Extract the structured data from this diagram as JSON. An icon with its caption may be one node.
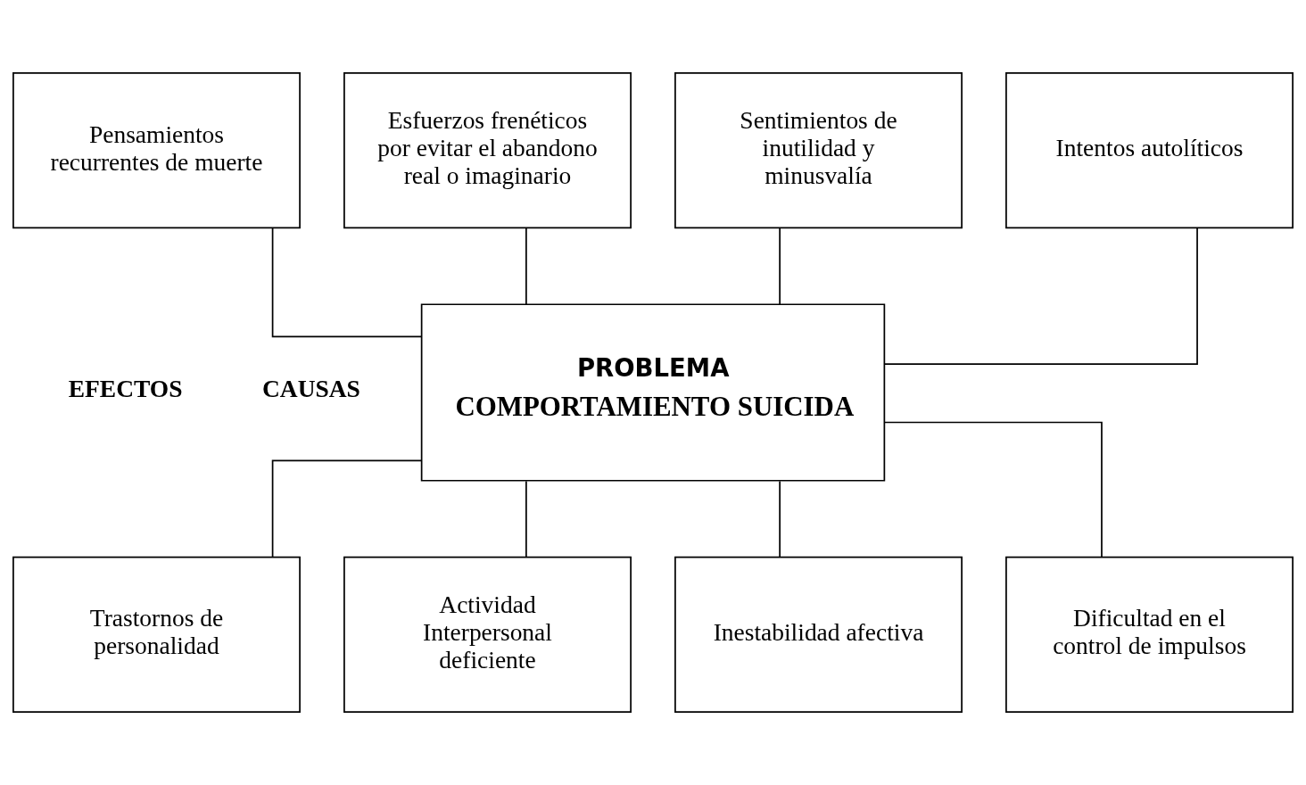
{
  "diagram": {
    "nodes": [
      {
        "text": [
          "Pensamientos recurrentes de muerte"
        ]
      },
      {
        "text": [
          "Esfuerzos frenéticos por evitar el abandono real o imaginario"
        ]
      },
      {
        "text": [
          "Sentimientos de inutilidad y minusvalía"
        ]
      },
      {
        "text": [
          "Intentos autolíticos"
        ]
      },
      {
        "text": [
          "PROBLEMA",
          "COMPORTAMIENTO SUICIDA"
        ]
      },
      {
        "text": [
          "Trastornos de personalidad"
        ]
      },
      {
        "text": [
          "Actividad Interpersonal deficiente"
        ]
      },
      {
        "text": [
          "Inestabilidad afectiva"
        ]
      },
      {
        "text": [
          "Dificultad en el control de impulsos"
        ]
      }
    ],
    "edges": [
      {
        "from": 0,
        "to": 4,
        "arrow": "none"
      },
      {
        "from": 1,
        "to": 4,
        "arrow": "none"
      },
      {
        "from": 2,
        "to": 4,
        "arrow": "none"
      },
      {
        "from": 3,
        "to": 4,
        "arrow": "none"
      },
      {
        "from": 4,
        "to": 5,
        "arrow": "none"
      },
      {
        "from": 4,
        "to": 6,
        "arrow": "none"
      },
      {
        "from": 4,
        "to": 7,
        "arrow": "none"
      },
      {
        "from": 4,
        "to": 8,
        "arrow": "none"
      }
    ],
    "labels": [
      "EFECTOS",
      "CAUSAS"
    ]
  }
}
